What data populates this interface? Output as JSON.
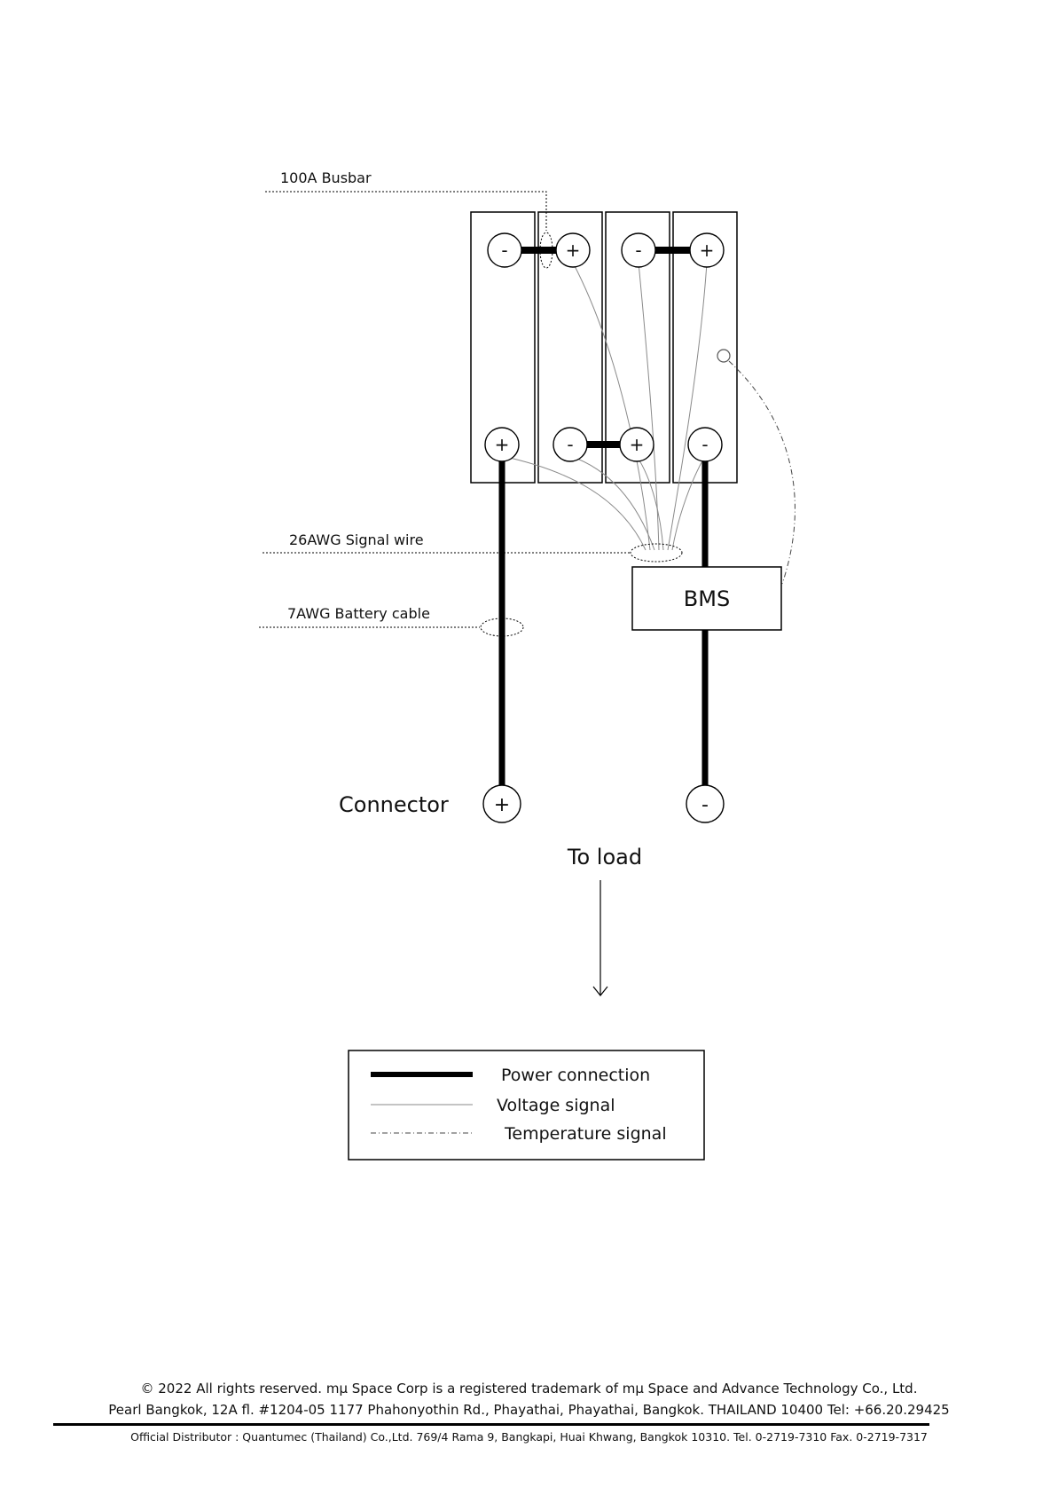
{
  "labels": {
    "busbar": "100A Busbar",
    "signal_wire": "26AWG Signal wire",
    "battery_cable": "7AWG Battery cable",
    "bms": "BMS",
    "connector": "Connector",
    "to_load": "To load"
  },
  "terminals": {
    "cell1_top": "-",
    "cell2_top": "+",
    "cell3_top": "-",
    "cell4_top": "+",
    "cell1_bottom": "+",
    "cell2_bottom": "-",
    "cell3_bottom": "+",
    "cell4_bottom": "-",
    "connector_positive": "+",
    "connector_negative": "-"
  },
  "legend": {
    "power": "Power connection",
    "voltage": "Voltage signal",
    "temperature": "Temperature signal"
  },
  "footer": {
    "copyright": "© 2022 All rights reserved. mμ Space Corp is a registered trademark of mμ Space and Advance Technology Co., Ltd.",
    "address": "Pearl Bangkok, 12A fl. #1204-05 1177 Phahonyothin Rd., Phayathai, Phayathai, Bangkok. THAILAND 10400 Tel: +66.20.29425",
    "distributor": "Official Distributor : Quantumec (Thailand) Co.,Ltd. 769/4 Rama 9, Bangkapi, Huai Khwang, Bangkok 10310. Tel. 0-2719-7310 Fax. 0-2719-7317"
  },
  "colors": {
    "line": "#000000",
    "signal": "#8a8a8a",
    "background": "#ffffff"
  }
}
